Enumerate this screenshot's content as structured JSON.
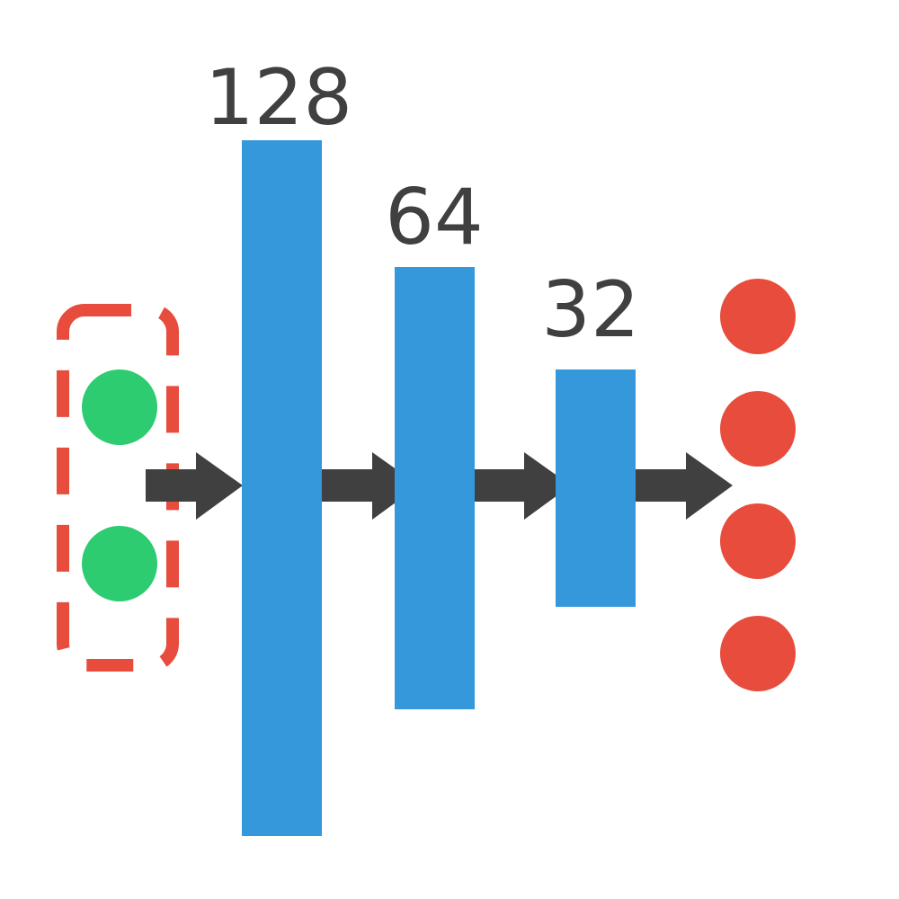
{
  "colors": {
    "input_node": "#2ecc71",
    "output_node": "#e74c3c",
    "input_group_border": "#e74c3c",
    "hidden_layer": "#3498db",
    "arrow": "#404040",
    "label_text": "#404040"
  },
  "input_nodes": {
    "count": 2
  },
  "output_nodes": {
    "count": 4
  },
  "hidden_layers": [
    {
      "label": "128",
      "units": 128
    },
    {
      "label": "64",
      "units": 64
    },
    {
      "label": "32",
      "units": 32
    }
  ],
  "arrows": {
    "count": 4
  }
}
